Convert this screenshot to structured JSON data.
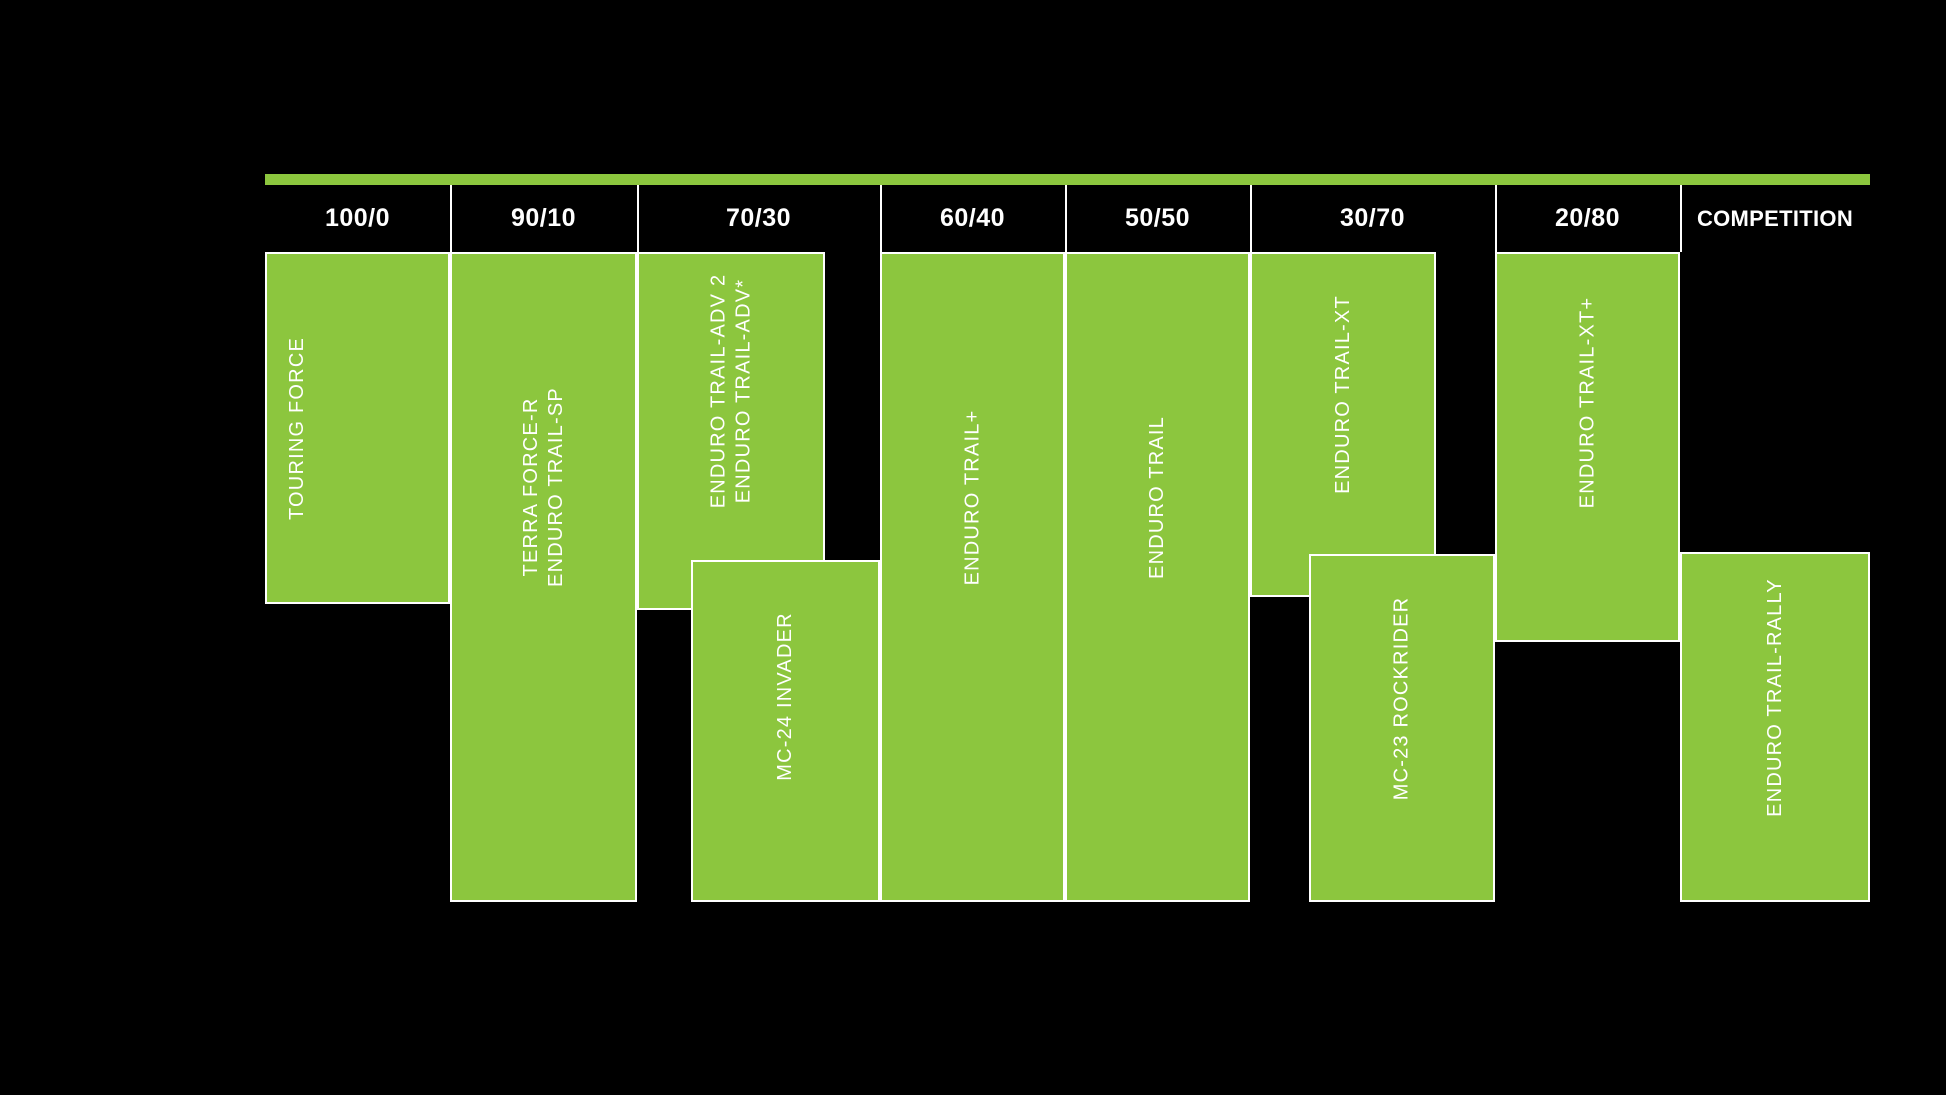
{
  "chart_data": {
    "type": "bar",
    "title": "",
    "subtitle": "",
    "xlabel": "",
    "ylabel": "",
    "legend": [],
    "grid": false,
    "orientation": "vertical",
    "accent_color": "#8CC63E",
    "background_color": "#000000",
    "text_color": "#FFFFFF",
    "axis_note": "Columns = on-road / off-road usage ratio; bar vertical extent = product coverage band",
    "categories": [
      "100/0",
      "90/10",
      "70/30",
      "60/40",
      "50/50",
      "30/70",
      "20/80",
      "COMPETITION"
    ],
    "bars": [
      {
        "id": "touring-force",
        "labels": [
          "TOURING FORCE"
        ],
        "column": "100/0",
        "col_start": 0,
        "col_span": 1,
        "top_pct": 0,
        "bottom_pct": 54,
        "inset_left_pct": 0,
        "inset_right_pct": 0
      },
      {
        "id": "terra-force-r",
        "labels": [
          "TERRA FORCE-R",
          "ENDURO TRAIL-SP"
        ],
        "column": "90/10",
        "col_start": 1,
        "col_span": 1,
        "top_pct": 0,
        "bottom_pct": 100,
        "inset_left_pct": 0,
        "inset_right_pct": 0
      },
      {
        "id": "enduro-trail-adv",
        "labels": [
          "ENDURO TRAIL-ADV 2",
          "ENDURO TRAIL-ADV*"
        ],
        "column": "70/30",
        "col_start": 2,
        "col_span": 1,
        "top_pct": 0,
        "bottom_pct": 55,
        "inset_left_pct": 0,
        "inset_right_pct": 23
      },
      {
        "id": "mc-24-invader",
        "labels": [
          "MC-24 INVADER"
        ],
        "column": "70/30",
        "col_start": 2,
        "col_span": 1,
        "top_pct": 47,
        "bottom_pct": 100,
        "inset_left_pct": 23,
        "inset_right_pct": 0
      },
      {
        "id": "enduro-trail-plus",
        "labels": [
          "ENDURO TRAIL+"
        ],
        "column": "60/40",
        "col_start": 3,
        "col_span": 1,
        "top_pct": 0,
        "bottom_pct": 100,
        "inset_left_pct": 0,
        "inset_right_pct": 0
      },
      {
        "id": "enduro-trail",
        "labels": [
          "ENDURO TRAIL"
        ],
        "column": "50/50",
        "col_start": 4,
        "col_span": 1,
        "top_pct": 0,
        "bottom_pct": 100,
        "inset_left_pct": 0,
        "inset_right_pct": 0
      },
      {
        "id": "enduro-trail-xt",
        "labels": [
          "ENDURO TRAIL-XT"
        ],
        "column": "30/70",
        "col_start": 5,
        "col_span": 1,
        "top_pct": 0,
        "bottom_pct": 53,
        "inset_left_pct": 0,
        "inset_right_pct": 24
      },
      {
        "id": "mc-23-rockrider",
        "labels": [
          "MC-23 ROCKRIDER"
        ],
        "column": "30/70",
        "col_start": 5,
        "col_span": 1,
        "top_pct": 46,
        "bottom_pct": 100,
        "inset_left_pct": 24,
        "inset_right_pct": 0
      },
      {
        "id": "enduro-trail-xt-plus",
        "labels": [
          "ENDURO TRAIL-XT+"
        ],
        "column": "20/80",
        "col_start": 6,
        "col_span": 1,
        "top_pct": 0,
        "bottom_pct": 60,
        "inset_left_pct": 0,
        "inset_right_pct": 0
      },
      {
        "id": "enduro-trail-rally",
        "labels": [
          "ENDURO TRAIL-RALLY"
        ],
        "column": "COMPETITION",
        "col_start": 7,
        "col_span": 1,
        "top_pct": 46,
        "bottom_pct": 100,
        "inset_left_pct": 0,
        "inset_right_pct": 0
      }
    ]
  },
  "header": {
    "cells": [
      {
        "label": "100/0"
      },
      {
        "label": "90/10"
      },
      {
        "label": "70/30"
      },
      {
        "label": "60/40"
      },
      {
        "label": "50/50"
      },
      {
        "label": "30/70"
      },
      {
        "label": "20/80"
      },
      {
        "label": "COMPETITION"
      }
    ]
  },
  "bars": {
    "b0": {
      "l0": "TOURING FORCE"
    },
    "b1": {
      "l0": "TERRA FORCE-R",
      "l1": "ENDURO TRAIL-SP"
    },
    "b2": {
      "l0": "ENDURO TRAIL-ADV 2",
      "l1": "ENDURO TRAIL-ADV*"
    },
    "b3": {
      "l0": "MC-24 INVADER"
    },
    "b4": {
      "l0": "ENDURO TRAIL+"
    },
    "b5": {
      "l0": "ENDURO TRAIL"
    },
    "b6": {
      "l0": "ENDURO TRAIL-XT"
    },
    "b7": {
      "l0": "MC-23 ROCKRIDER"
    },
    "b8": {
      "l0": "ENDURO TRAIL-XT+"
    },
    "b9": {
      "l0": "ENDURO TRAIL-RALLY"
    }
  }
}
